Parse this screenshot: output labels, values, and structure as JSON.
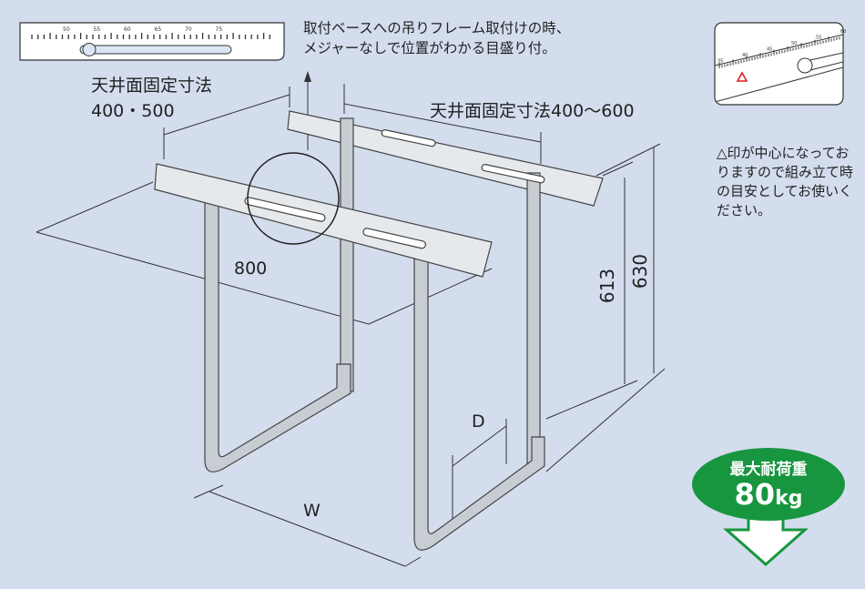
{
  "note": {
    "line1": "取付ベースへの吊りフレーム取付けの時、",
    "line2": "メジャーなしで位置がわかる目盛り付。"
  },
  "ruler": {
    "labels": [
      "50",
      "55",
      "60",
      "65",
      "70",
      "75"
    ]
  },
  "dimensions": {
    "ceiling_front_label": "天井面固定寸法",
    "ceiling_front_value": "400・500",
    "ceiling_back": "天井面固定寸法400～600",
    "length": "800",
    "width": "W",
    "depth": "D",
    "height_inner": "613",
    "height_outer": "630"
  },
  "inset": {
    "scale_labels": [
      "35",
      "40",
      "45",
      "50",
      "55",
      "60"
    ],
    "text": "△印が中心になっておりますので組み立て時の目安としてお使いください。",
    "marker_color": "#e02020"
  },
  "badge": {
    "label": "最大耐荷重",
    "value": "80",
    "unit": "kg",
    "color": "#17963f"
  }
}
